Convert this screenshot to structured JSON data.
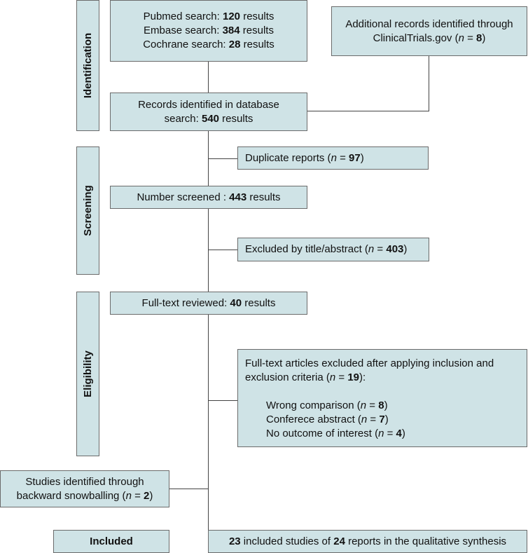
{
  "phases": {
    "identification": "Identification",
    "screening": "Screening",
    "eligibility": "Eligibility"
  },
  "db_search": {
    "pubmed": {
      "label": "Pubmed search: ",
      "count": "120",
      "suffix": " results"
    },
    "embase": {
      "label": "Embase search: ",
      "count": "384",
      "suffix": " results"
    },
    "cochrane": {
      "label": "Cochrane search: ",
      "count": "28",
      "suffix": " results"
    }
  },
  "additional": {
    "line1": "Additional records identified through",
    "line2_prefix": "ClinicalTrials.gov (",
    "n": "n",
    "eq": " = ",
    "count": "8",
    "close": ")"
  },
  "records": {
    "line1": "Records identified in database",
    "line2_prefix": "search: ",
    "count": "540",
    "suffix": " results"
  },
  "duplicates": {
    "prefix": "Duplicate reports (",
    "n": "n",
    "eq": " = ",
    "count": "97",
    "close": ")"
  },
  "screened": {
    "prefix": "Number screened : ",
    "count": "443",
    "suffix": " results"
  },
  "excluded_title": {
    "prefix": "Excluded by title/abstract (",
    "n": "n",
    "eq": " = ",
    "count": "403",
    "close": ")"
  },
  "fulltext": {
    "prefix": "Full-text reviewed: ",
    "count": "40",
    "suffix": " results"
  },
  "excluded_fulltext": {
    "line1": "Full-text articles excluded after applying inclusion and",
    "line2_prefix": "exclusion criteria (",
    "n": "n",
    "eq": " = ",
    "count": "19",
    "close": "):",
    "items": [
      {
        "label": "Wrong comparison (",
        "count": "8"
      },
      {
        "label": "Conferece abstract (",
        "count": "7"
      },
      {
        "label": "No outcome of interest (",
        "count": "4"
      }
    ]
  },
  "snowball": {
    "line1": "Studies identified through",
    "line2_prefix": "backward snowballing (",
    "n": "n",
    "eq": " = ",
    "count": "2",
    "close": ")"
  },
  "included_label": "Included",
  "included": {
    "count1": "23",
    "mid": " included studies of ",
    "count2": "24",
    "suffix": " reports in the qualitative synthesis"
  },
  "colors": {
    "box_fill": "#cfe3e6",
    "border": "#6b6b6b",
    "connector": "#444444"
  }
}
